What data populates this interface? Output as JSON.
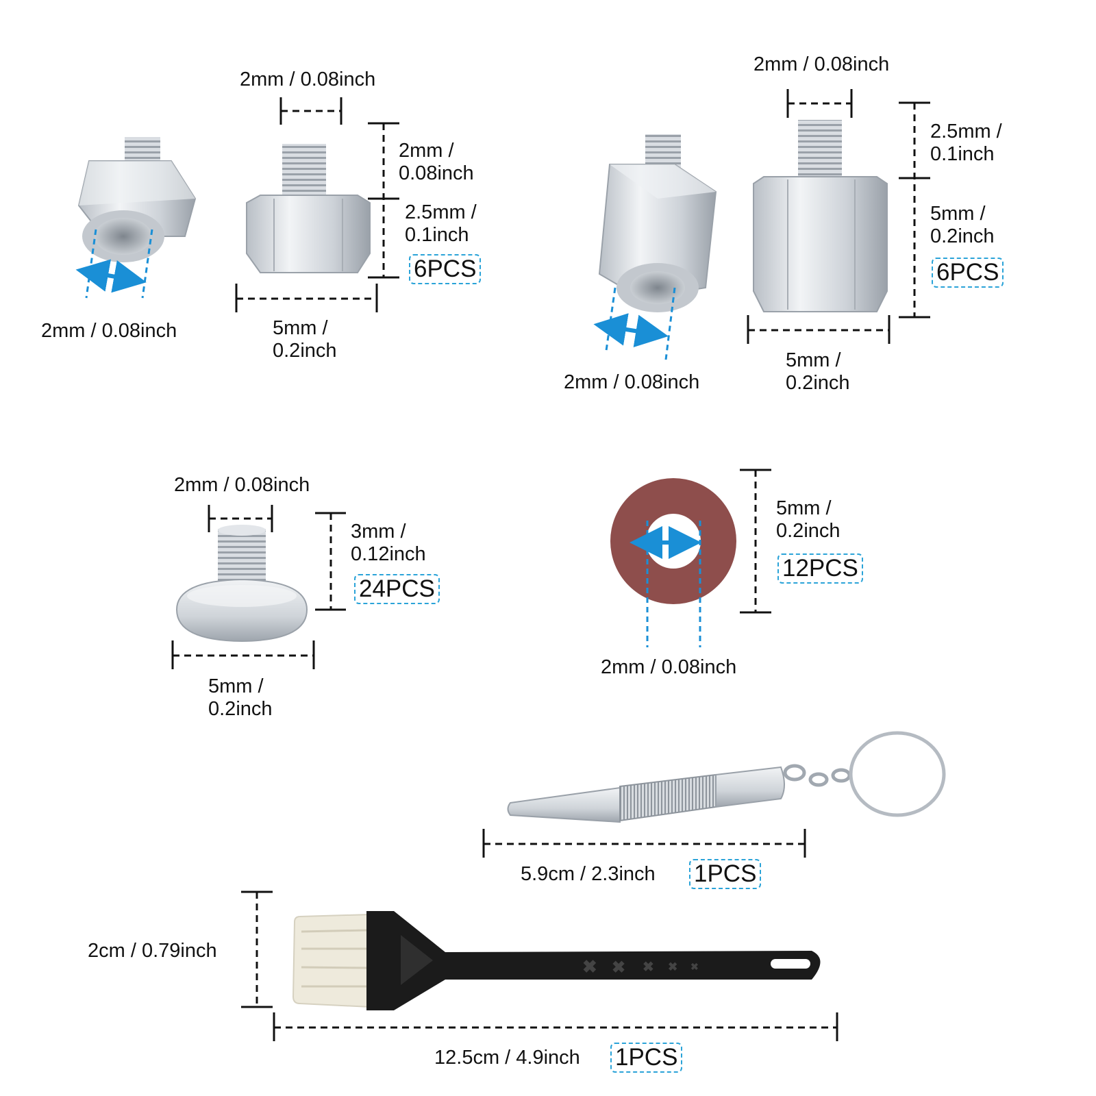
{
  "colors": {
    "line": "#111111",
    "accent": "#1a8fd6",
    "metal_light": "#eef1f4",
    "metal_mid": "#c7ccd2",
    "metal_dark": "#8f969e",
    "washer": "#8e4e4c",
    "brush_handle": "#1b1b1b",
    "bristle": "#eeeadc"
  },
  "items": {
    "standoff_short": {
      "top_width": "2mm / 0.08inch",
      "thread_height": "2mm /\n0.08inch",
      "body_height": "2.5mm /\n0.1inch",
      "hole": "2mm / 0.08inch",
      "body_width": "5mm /\n0.2inch",
      "qty": "6PCS"
    },
    "standoff_long": {
      "top_width": "2mm / 0.08inch",
      "thread_height": "2.5mm /\n0.1inch",
      "body_height": "5mm /\n0.2inch",
      "hole": "2mm / 0.08inch",
      "body_width": "5mm /\n0.2inch",
      "qty": "6PCS"
    },
    "thumb_screw": {
      "top_width": "2mm / 0.08inch",
      "height": "3mm /\n0.12inch",
      "width": "5mm /\n0.2inch",
      "qty": "24PCS"
    },
    "washer": {
      "outer": "5mm /\n0.2inch",
      "inner": "2mm / 0.08inch",
      "qty": "12PCS"
    },
    "screwdriver": {
      "length": "5.9cm / 2.3inch",
      "qty": "1PCS"
    },
    "brush": {
      "height": "2cm / 0.79inch",
      "length": "12.5cm / 4.9inch",
      "qty": "1PCS"
    }
  }
}
